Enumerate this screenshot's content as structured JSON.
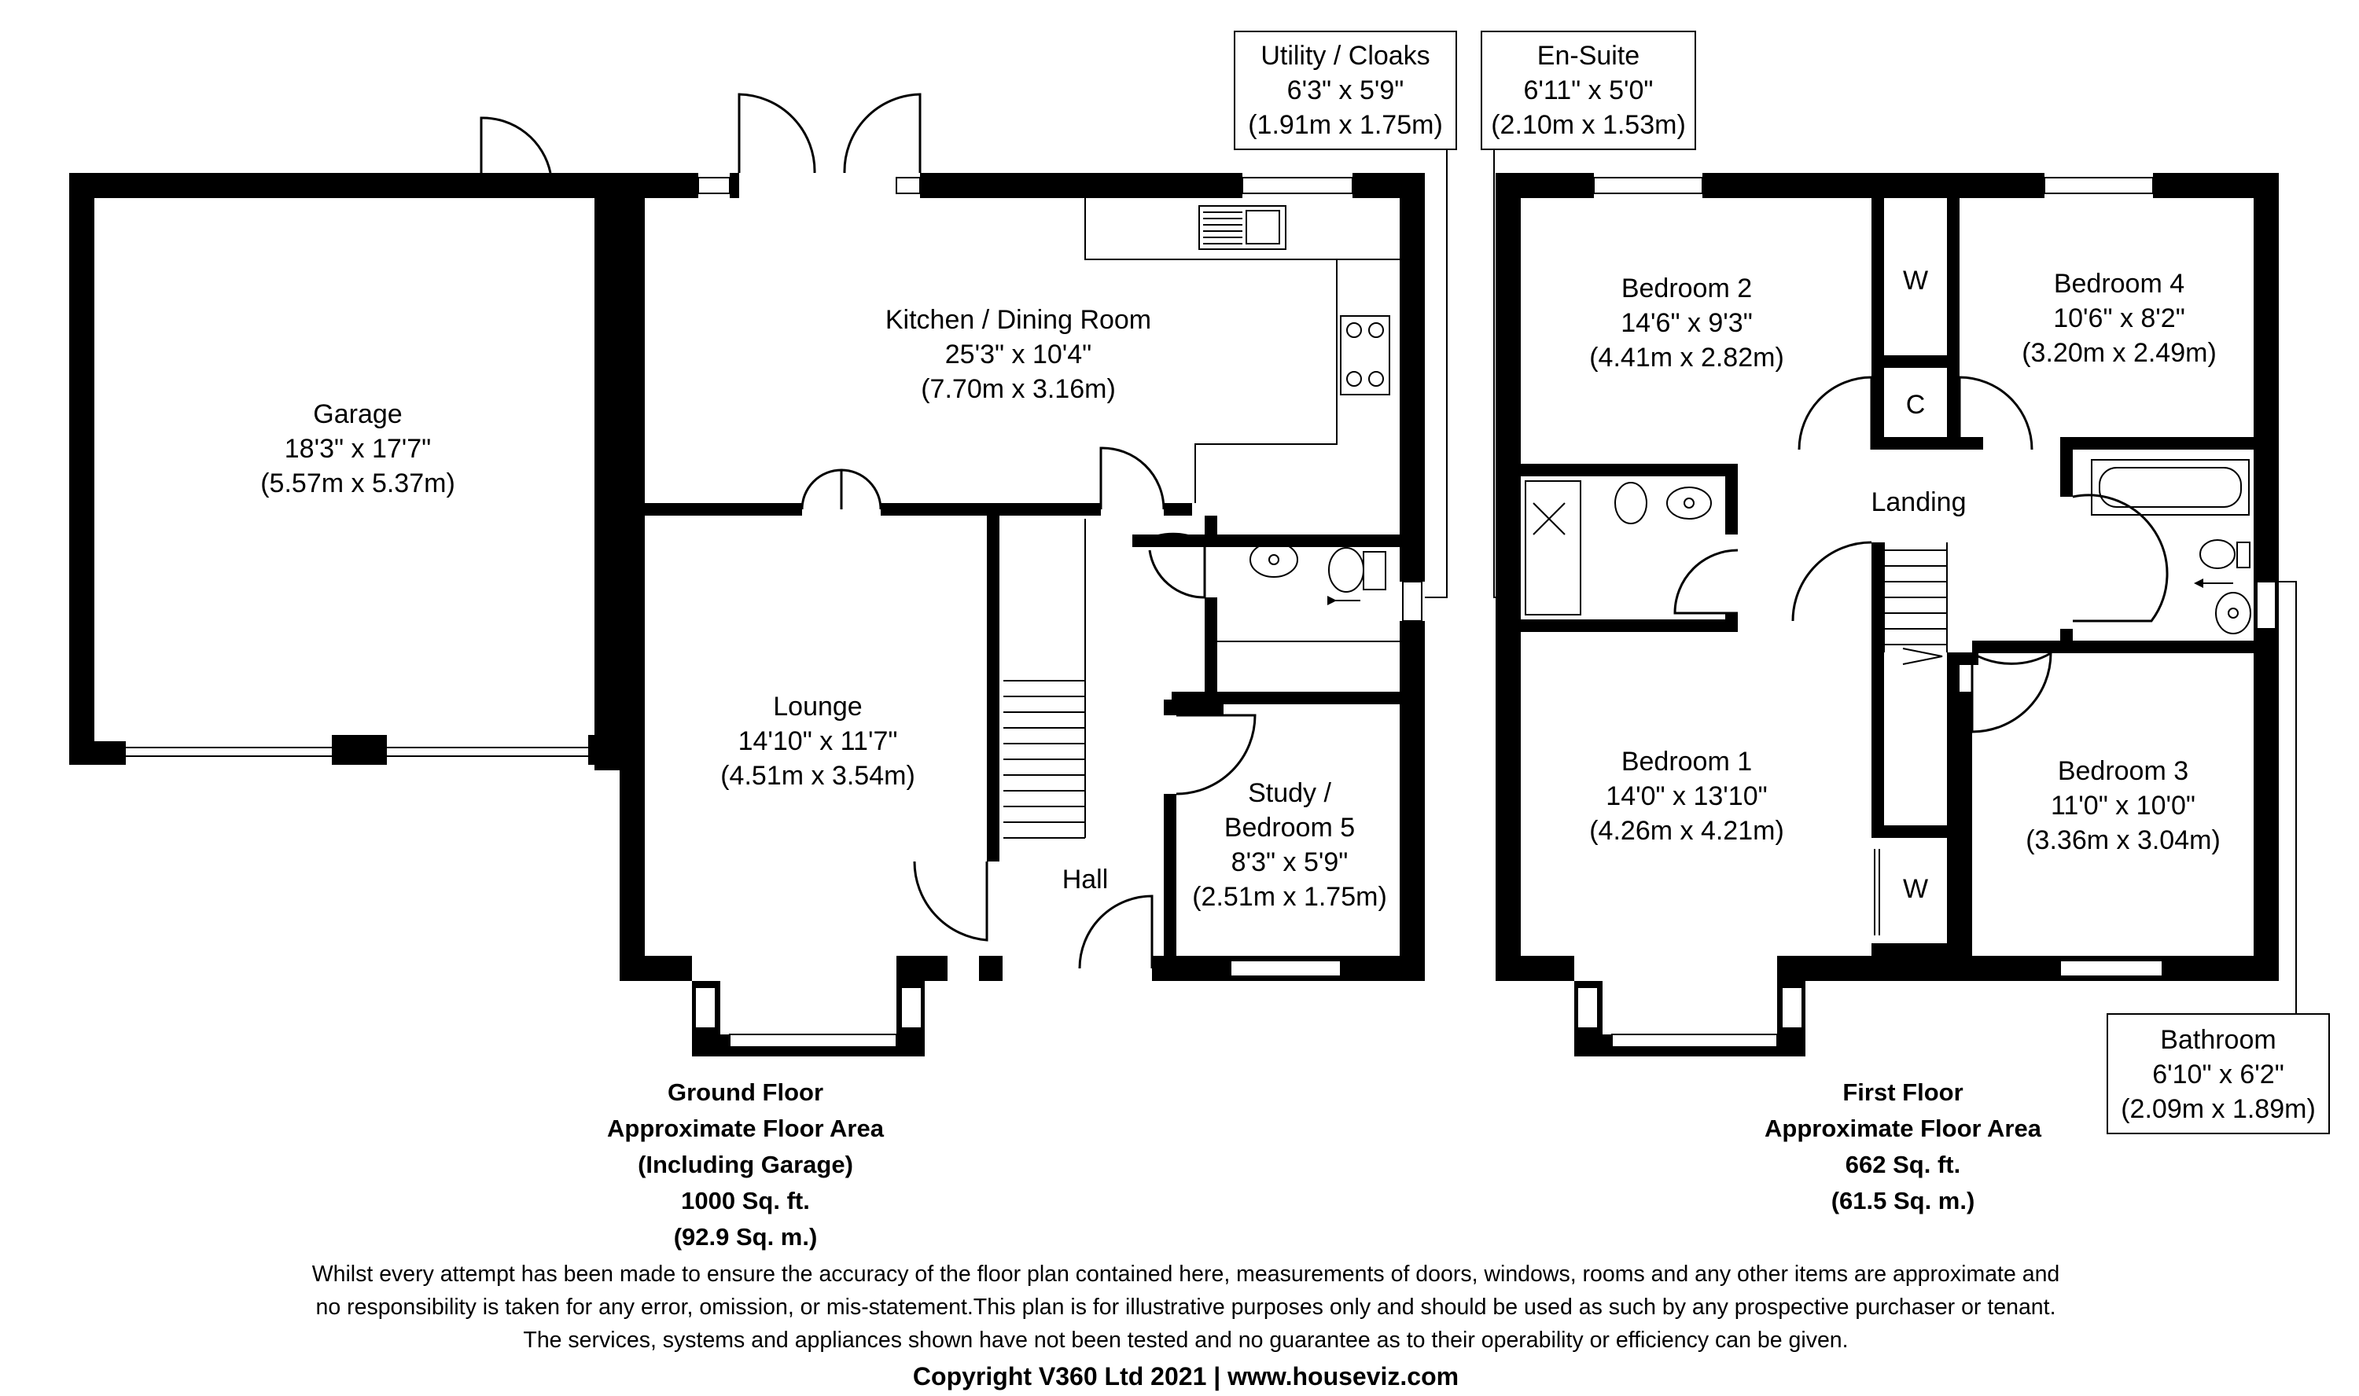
{
  "ground_floor": {
    "rooms": {
      "garage": {
        "name": "Garage",
        "imperial": "18'3\" x 17'7\"",
        "metric": "(5.57m x 5.37m)"
      },
      "kitchen": {
        "name": "Kitchen  / Dining Room",
        "imperial": "25'3\" x 10'4\"",
        "metric": "(7.70m x 3.16m)"
      },
      "lounge": {
        "name": "Lounge",
        "imperial": "14'10\" x 11'7\"",
        "metric": "(4.51m x 3.54m)"
      },
      "hall": {
        "name": "Hall"
      },
      "study": {
        "name_line1": "Study /",
        "name_line2": "Bedroom 5",
        "imperial": "8'3\" x 5'9\"",
        "metric": "(2.51m x 1.75m)"
      },
      "utility": {
        "name": "Utility / Cloaks",
        "imperial": "6'3\" x 5'9\"",
        "metric": "(1.91m x 1.75m)"
      }
    },
    "summary": {
      "line1": "Ground Floor",
      "line2": "Approximate Floor Area",
      "line3": "(Including Garage)",
      "line4": "1000 Sq. ft.",
      "line5": "(92.9 Sq. m.)"
    }
  },
  "first_floor": {
    "rooms": {
      "ensuite": {
        "name": "En-Suite",
        "imperial": "6'11\" x 5'0\"",
        "metric": "(2.10m x 1.53m)"
      },
      "bedroom2": {
        "name": "Bedroom 2",
        "imperial": "14'6\" x 9'3\"",
        "metric": "(4.41m x 2.82m)"
      },
      "bedroom4": {
        "name": "Bedroom 4",
        "imperial": "10'6\" x 8'2\"",
        "metric": "(3.20m x 2.49m)"
      },
      "landing": {
        "name": "Landing"
      },
      "bedroom1": {
        "name": "Bedroom 1",
        "imperial": "14'0\" x 13'10\"",
        "metric": "(4.26m x 4.21m)"
      },
      "bedroom3": {
        "name": "Bedroom 3",
        "imperial": "11'0\" x 10'0\"",
        "metric": "(3.36m x 3.04m)"
      },
      "bathroom": {
        "name": "Bathroom",
        "imperial": "6'10\" x 6'2\"",
        "metric": "(2.09m x 1.89m)"
      },
      "wardrobe_upper": {
        "name": "W"
      },
      "wardrobe_lower": {
        "name": "W"
      },
      "cupboard": {
        "name": "C"
      }
    },
    "summary": {
      "line1": "First Floor",
      "line2": "Approximate Floor Area",
      "line3": "662 Sq. ft.",
      "line4": "(61.5 Sq. m.)"
    }
  },
  "disclaimer": {
    "line1": "Whilst every attempt has been made to ensure the accuracy of the floor plan contained here, measurements of doors, windows, rooms and any other items are approximate and",
    "line2": "no responsibility is taken for any error, omission, or mis-statement.This plan is for illustrative purposes only and should be used as such by any prospective purchaser or tenant.",
    "line3": "The services, systems and appliances shown have not been tested and no guarantee as to their operability or efficiency can be given."
  },
  "copyright": "Copyright V360 Ltd 2021 | www.houseviz.com"
}
